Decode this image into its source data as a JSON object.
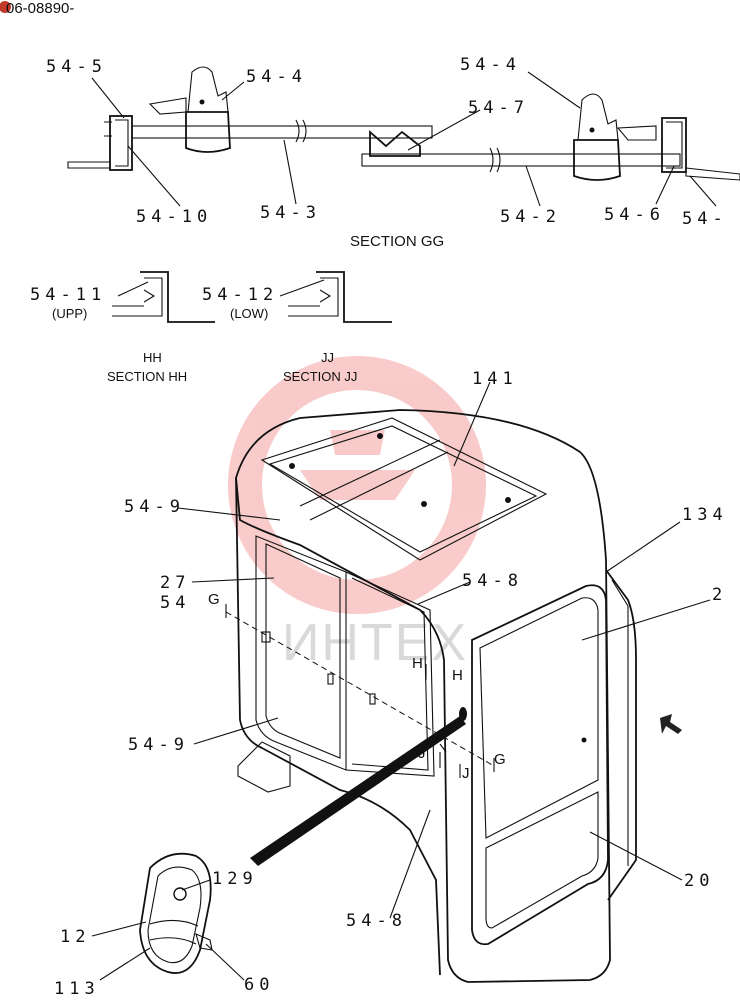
{
  "doc_id": "06-08890-",
  "watermark": "ИНТЕХ",
  "sections": {
    "gg": "SECTION GG",
    "hh_short": "HH",
    "hh": "SECTION HH",
    "jj_short": "JJ",
    "jj": "SECTION JJ",
    "upp": "(UPP)",
    "low": "(LOW)"
  },
  "callouts": {
    "c54_5": "54-5",
    "c54_4a": "54-4",
    "c54_4b": "54-4",
    "c54_7": "54-7",
    "c54_10": "54-10",
    "c54_3": "54-3",
    "c54_2": "54-2",
    "c54_6": "54-6",
    "c54_cut": "54-",
    "c54_11": "54-11",
    "c54_12": "54-12",
    "c141": "141",
    "c54_9a": "54-9",
    "c134": "134",
    "c27": "27",
    "c54": "54",
    "c54_8a": "54-8",
    "c2": "2",
    "c54_9b": "54-9",
    "c129": "129",
    "c20": "20",
    "c12": "12",
    "c54_8b": "54-8",
    "c113": "113",
    "c60": "60"
  },
  "markers": {
    "g1": "G",
    "g2": "G",
    "h1": "H",
    "h2": "H",
    "j1": "J",
    "j2": "J"
  }
}
